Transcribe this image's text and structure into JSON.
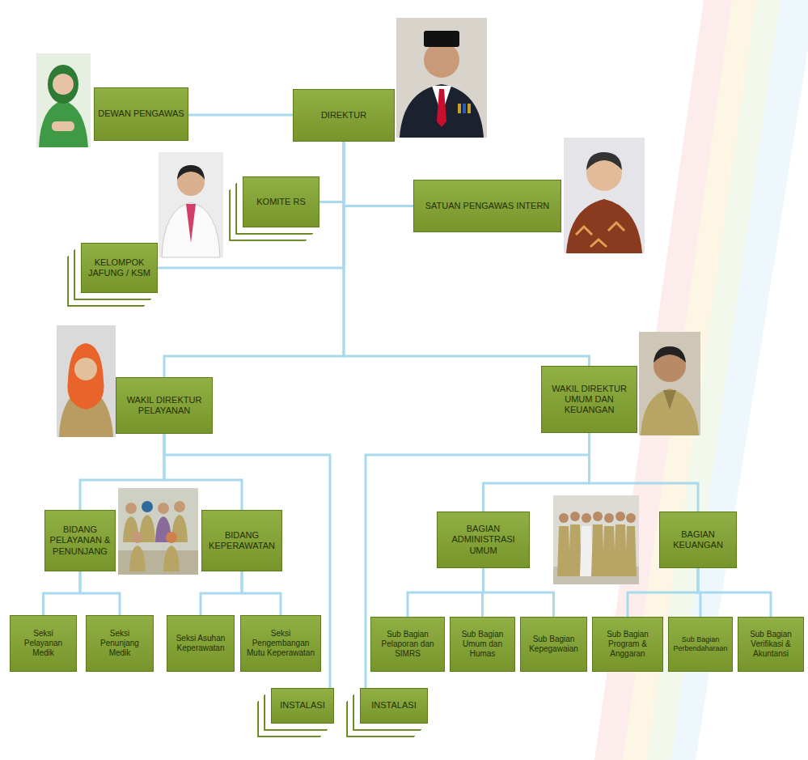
{
  "diagram": {
    "nodes": [
      {
        "text": [
          "DEWAN PENGAWAS"
        ]
      },
      {
        "text": [
          "DIREKTUR"
        ]
      },
      {
        "text": [
          "KOMITE RS"
        ]
      },
      {
        "text": [
          "SATUAN PENGAWAS INTERN"
        ]
      },
      {
        "text": [
          "KELOMPOK JAFUNG / KSM"
        ]
      },
      {
        "text": [
          "WAKIL DIREKTUR PELAYANAN"
        ]
      },
      {
        "text": [
          "WAKIL DIREKTUR UMUM DAN KEUANGAN"
        ]
      },
      {
        "text": [
          "BIDANG PELAYANAN & PENUNJANG"
        ]
      },
      {
        "text": [
          "BIDANG KEPERAWATAN"
        ]
      },
      {
        "text": [
          "BAGIAN ADMINISTRASI UMUM"
        ]
      },
      {
        "text": [
          "BAGIAN KEUANGAN"
        ]
      },
      {
        "text": [
          "Seksi Pelayanan Medik"
        ]
      },
      {
        "text": [
          "Seksi Penunjang Medik"
        ]
      },
      {
        "text": [
          "Seksi Asuhan Keperawatan"
        ]
      },
      {
        "text": [
          "Seksi Pengembangan Mutu Keperawatan"
        ]
      },
      {
        "text": [
          "Sub Bagian Pelaporan dan SIMRS"
        ]
      },
      {
        "text": [
          "Sub Bagian Umum dan Humas"
        ]
      },
      {
        "text": [
          "Sub Bagian Kepegawaian"
        ]
      },
      {
        "text": [
          "Sub Bagian Program & Anggaran"
        ]
      },
      {
        "text": [
          "Sub Bagian Perbendaharaan"
        ]
      },
      {
        "text": [
          "Sub Bagian Verifikasi & Akuntansi"
        ]
      },
      {
        "text": [
          "INSTALASI"
        ]
      },
      {
        "text": [
          "INSTALASI"
        ]
      }
    ],
    "edges": [
      {
        "from": 1,
        "to": 0,
        "arrow": "none"
      },
      {
        "from": 1,
        "to": 2,
        "arrow": "none"
      },
      {
        "from": 1,
        "to": 3,
        "arrow": "none"
      },
      {
        "from": 1,
        "to": 4,
        "arrow": "none"
      },
      {
        "from": 1,
        "to": 5,
        "arrow": "none"
      },
      {
        "from": 1,
        "to": 6,
        "arrow": "none"
      },
      {
        "from": 5,
        "to": 7,
        "arrow": "none"
      },
      {
        "from": 5,
        "to": 8,
        "arrow": "none"
      },
      {
        "from": 5,
        "to": 21,
        "arrow": "none"
      },
      {
        "from": 6,
        "to": 9,
        "arrow": "none"
      },
      {
        "from": 6,
        "to": 10,
        "arrow": "none"
      },
      {
        "from": 6,
        "to": 22,
        "arrow": "none"
      },
      {
        "from": 7,
        "to": 11,
        "arrow": "none"
      },
      {
        "from": 7,
        "to": 12,
        "arrow": "none"
      },
      {
        "from": 8,
        "to": 13,
        "arrow": "none"
      },
      {
        "from": 8,
        "to": 14,
        "arrow": "none"
      },
      {
        "from": 9,
        "to": 15,
        "arrow": "none"
      },
      {
        "from": 9,
        "to": 16,
        "arrow": "none"
      },
      {
        "from": 9,
        "to": 17,
        "arrow": "none"
      },
      {
        "from": 10,
        "to": 18,
        "arrow": "none"
      },
      {
        "from": 10,
        "to": 19,
        "arrow": "none"
      },
      {
        "from": 10,
        "to": 20,
        "arrow": "none"
      }
    ]
  }
}
